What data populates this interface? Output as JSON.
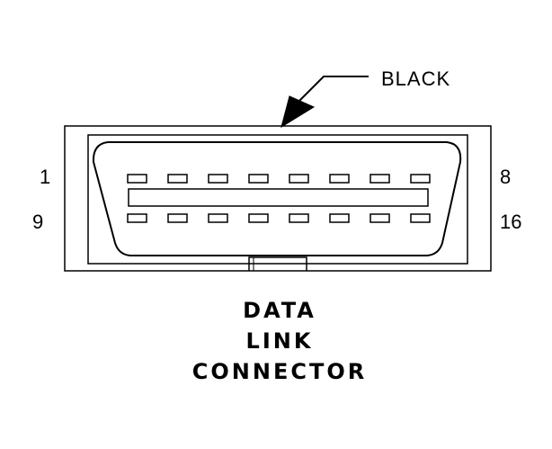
{
  "callout": {
    "label": "BLACK"
  },
  "pin_numbers": {
    "top_left": "1",
    "top_right": "8",
    "bottom_left": "9",
    "bottom_right": "16"
  },
  "title": {
    "line1": "DATA",
    "line2": "LINK",
    "line3": "CONNECTOR"
  },
  "pins": {
    "top_row_count": 8,
    "bottom_row_count": 8
  },
  "colors": {
    "stroke": "#000000",
    "background": "#ffffff"
  }
}
